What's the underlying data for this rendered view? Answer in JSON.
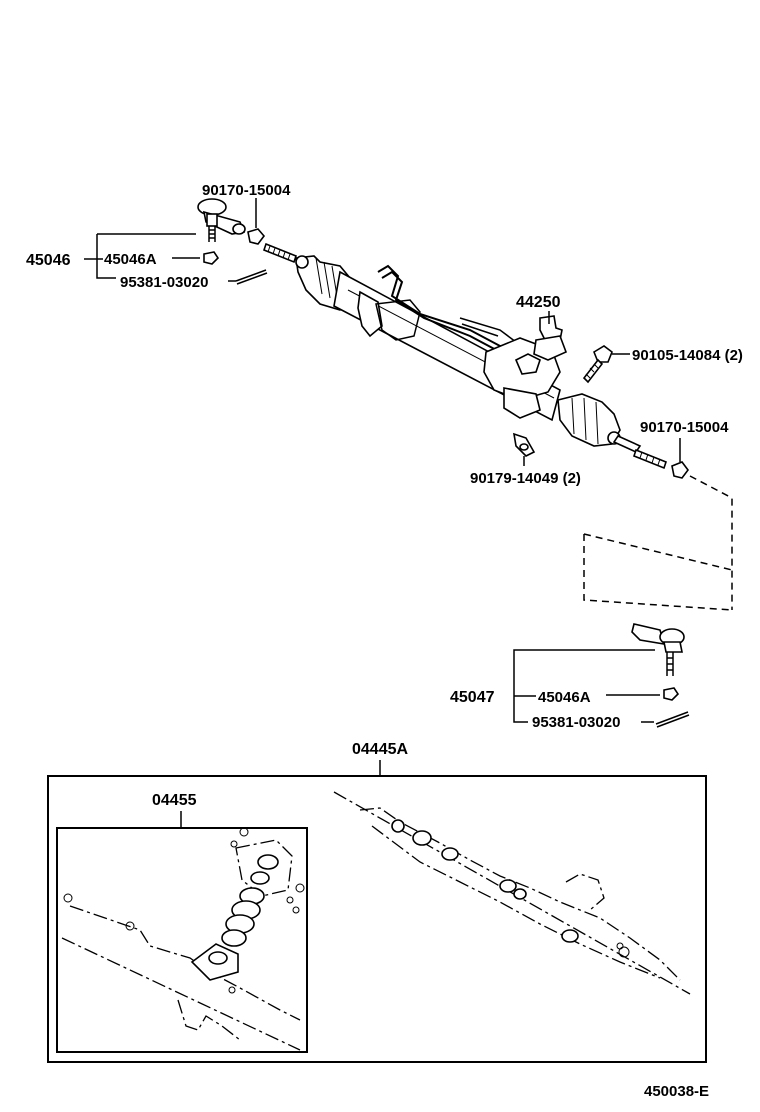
{
  "labels": {
    "tie_end_nut_upper": "90170-15004",
    "tie_rod_end_left": "45046",
    "nut_left": "45046A",
    "cotter_pin_left": "95381-03020",
    "gear_assy": "44250",
    "bolt": "90105-14084 (2)",
    "tie_end_nut_right": "90170-15004",
    "washer": "90179-14049 (2)",
    "tie_rod_end_right": "45047",
    "nut_right": "45046A",
    "cotter_pin_right": "95381-03020",
    "overhaul_kit": "04445A",
    "gasket_kit": "04455",
    "figure_id": "450038-E"
  },
  "icons": {
    "tie_rod_end": "tie-rod-end-icon",
    "steering_rack": "steering-rack-icon",
    "nut": "nut-icon",
    "cotter_pin": "cotter-pin-icon",
    "bolt": "bolt-icon",
    "washer": "washer-icon"
  }
}
